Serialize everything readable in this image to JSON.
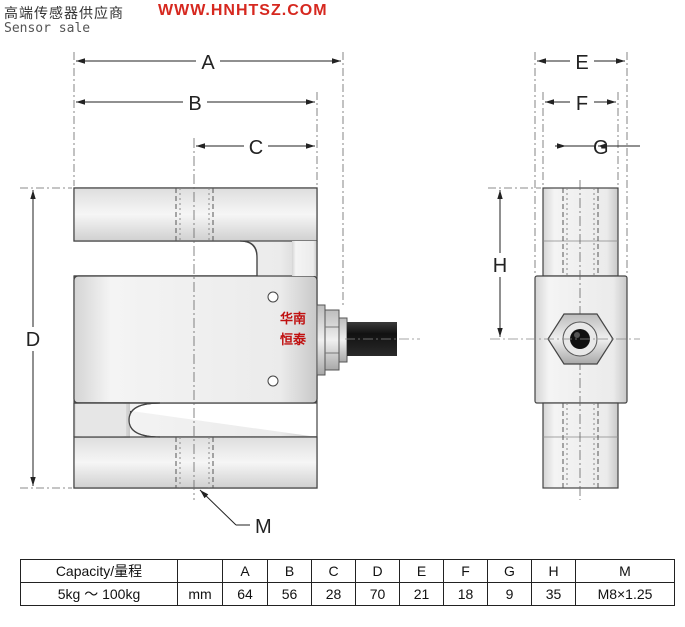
{
  "header": {
    "company_cn": "高端传感器供应商",
    "url": "WWW.HNHTSZ.COM",
    "subtitle": "Sensor sale"
  },
  "diagram": {
    "dimension_labels": [
      "A",
      "B",
      "C",
      "D",
      "E",
      "F",
      "G",
      "H",
      "M"
    ],
    "brand_stamp": [
      "华南",
      "恒泰"
    ]
  },
  "spec_table": {
    "header_label": "Capacity/量程",
    "range": "5kg ～ 100kg",
    "unit": "mm",
    "columns": [
      "A",
      "B",
      "C",
      "D",
      "E",
      "F",
      "G",
      "H",
      "M"
    ],
    "values": [
      "64",
      "56",
      "28",
      "70",
      "21",
      "18",
      "9",
      "35",
      "M8×1.25"
    ]
  },
  "colors": {
    "url": "#d6281f",
    "brand": "#c01010",
    "metal_light": "#f2f2f2",
    "metal_dark": "#cfcfcf",
    "cable": "#1a1a1a"
  }
}
